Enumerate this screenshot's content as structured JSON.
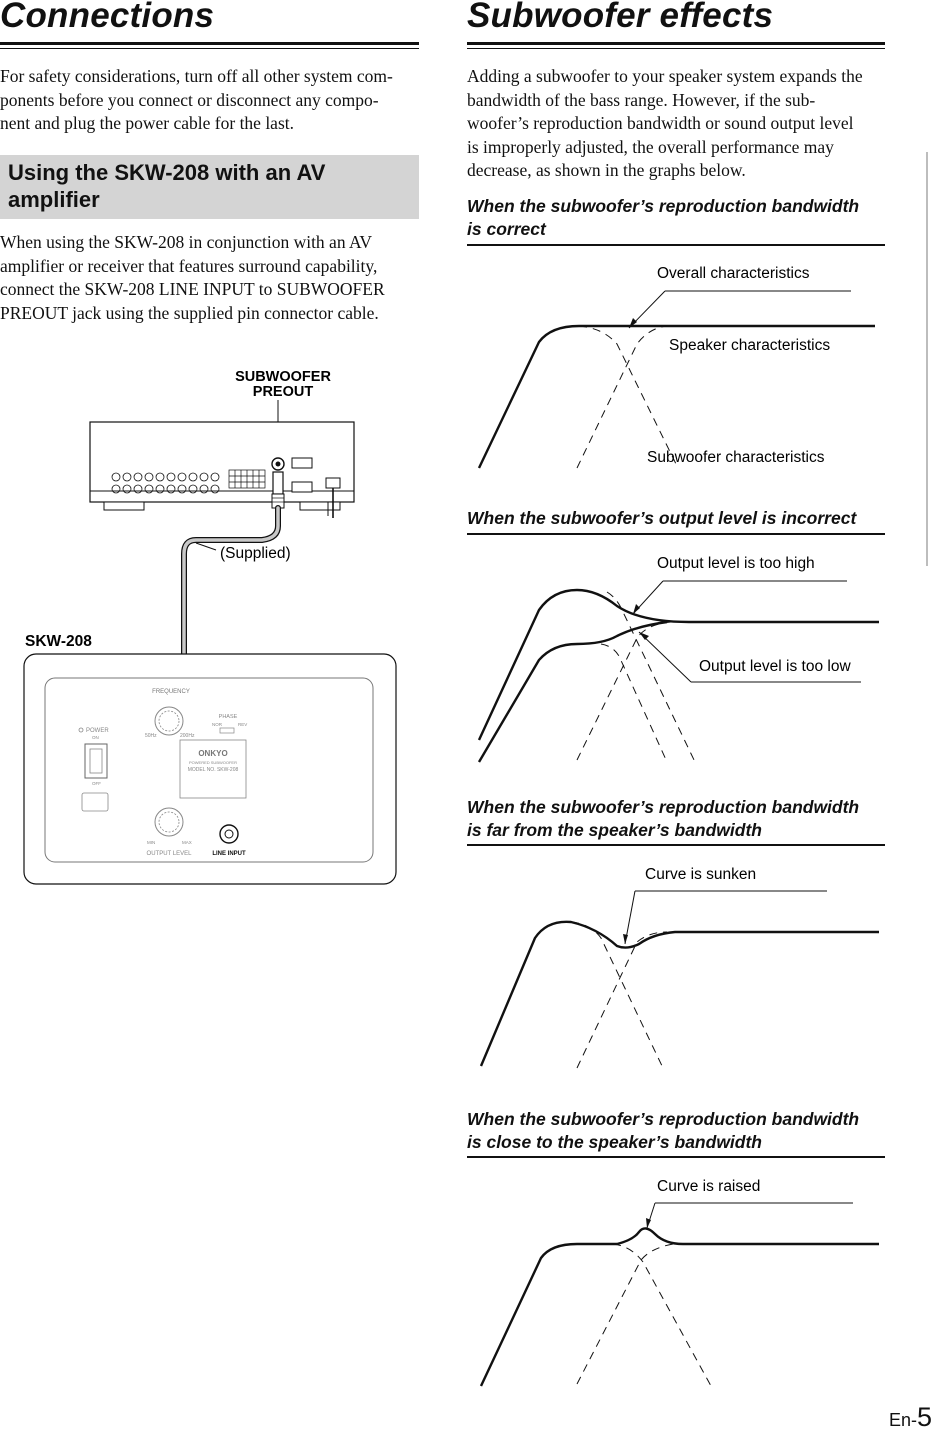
{
  "left": {
    "title": "Connections",
    "intro": "For safety considerations, turn off all other system com-\nponents before you connect or disconnect any compo-\nnent and plug the power cable for the last.",
    "subsection_title": "Using the SKW-208 with an AV amplifier",
    "subsection_text": "When using the SKW-208 in conjunction with an AV\namplifier or receiver that features surround capability,\nconnect the SKW-208 LINE INPUT to SUBWOOFER\nPREOUT jack using the supplied pin connector cable.",
    "diagram": {
      "preout_label_1": "SUBWOOFER",
      "preout_label_2": "PREOUT",
      "cable_label": "(Supplied)",
      "unit_label": "SKW-208",
      "panel": {
        "frequency": "FREQUENCY",
        "phase": "PHASE",
        "phase_0": "NOR",
        "phase_180": "REV",
        "power": "POWER",
        "on": "ON",
        "off": "OFF",
        "freq_min": "50Hz",
        "freq_max": "200Hz",
        "brand": "ONKYO",
        "model_line1": "POWERED SUBWOOFER",
        "model_line2": "MODEL NO. SKW-208",
        "level_min": "MIN",
        "level_max": "MAX",
        "output_level": "OUTPUT LEVEL",
        "line_input": "LINE INPUT"
      }
    }
  },
  "right": {
    "title": "Subwoofer effects",
    "intro": "Adding a subwoofer to your speaker system expands the\nbandwidth of the bass range. However, if the sub-\nwoofer’s reproduction bandwidth or sound output level\nis improperly adjusted, the overall performance may\ndecrease, as shown in the graphs below.",
    "graphs": [
      {
        "title": "When the subwoofer’s reproduction bandwidth\nis correct",
        "labels": [
          "Overall characteristics",
          "Speaker characteristics",
          "Subwoofer characteristics"
        ]
      },
      {
        "title": "When the subwoofer’s output level is incorrect",
        "labels": [
          "Output level is too high",
          "Output level is too low"
        ]
      },
      {
        "title": "When the subwoofer’s reproduction bandwidth\nis far from the speaker’s bandwidth",
        "labels": [
          "Curve is sunken"
        ]
      },
      {
        "title": "When the subwoofer’s reproduction bandwidth\nis close to the speaker’s bandwidth",
        "labels": [
          "Curve is raised"
        ]
      }
    ]
  },
  "footer": {
    "page_prefix": "En-",
    "page_number": "5"
  }
}
